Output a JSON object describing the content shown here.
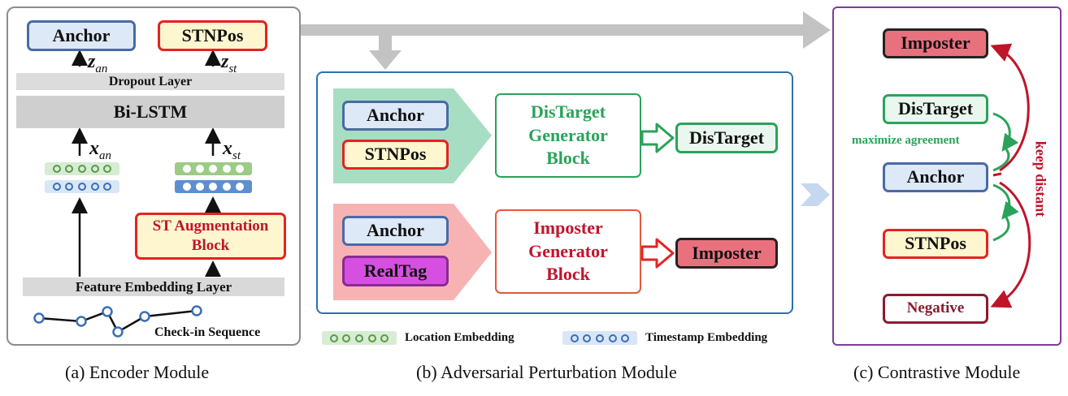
{
  "encoder": {
    "anchor": "Anchor",
    "stnpos": "STNPos",
    "z_an": "z",
    "z_an_sub": "an",
    "z_st": "z",
    "z_st_sub": "st",
    "dropout": "Dropout Layer",
    "bilstm": "Bi-LSTM",
    "x_an": "x",
    "x_an_sub": "an",
    "x_st": "x",
    "x_st_sub": "st",
    "st_aug": "ST Augmentation Block",
    "feature_embedding": "Feature Embedding Layer",
    "checkin": "Check-in Sequence",
    "caption": "(a) Encoder Module"
  },
  "perturbation": {
    "top_anchor": "Anchor",
    "top_stnpos": "STNPos",
    "distarget_generator": "DisTarget Generator Block",
    "distarget_out": "DisTarget",
    "bottom_anchor": "Anchor",
    "realtag": "RealTag",
    "imposter_generator": "Imposter Generator Block",
    "imposter_out": "Imposter",
    "legend_location": "Location Embedding",
    "legend_timestamp": "Timestamp Embedding",
    "caption": "(b) Adversarial Perturbation Module"
  },
  "contrastive": {
    "imposter": "Imposter",
    "distarget": "DisTarget",
    "maximize": "maximize agreement",
    "anchor": "Anchor",
    "stnpos": "STNPos",
    "negative": "Negative",
    "keep_distant": "keep distant",
    "caption": "(c) Contrastive Module"
  },
  "colors": {
    "blue": "#4a6aa4",
    "red": "#e52222",
    "green": "#2aa35a",
    "dark_red": "#c0142b",
    "purple": "#7c3c98",
    "frame_blue": "#2f6fad"
  }
}
